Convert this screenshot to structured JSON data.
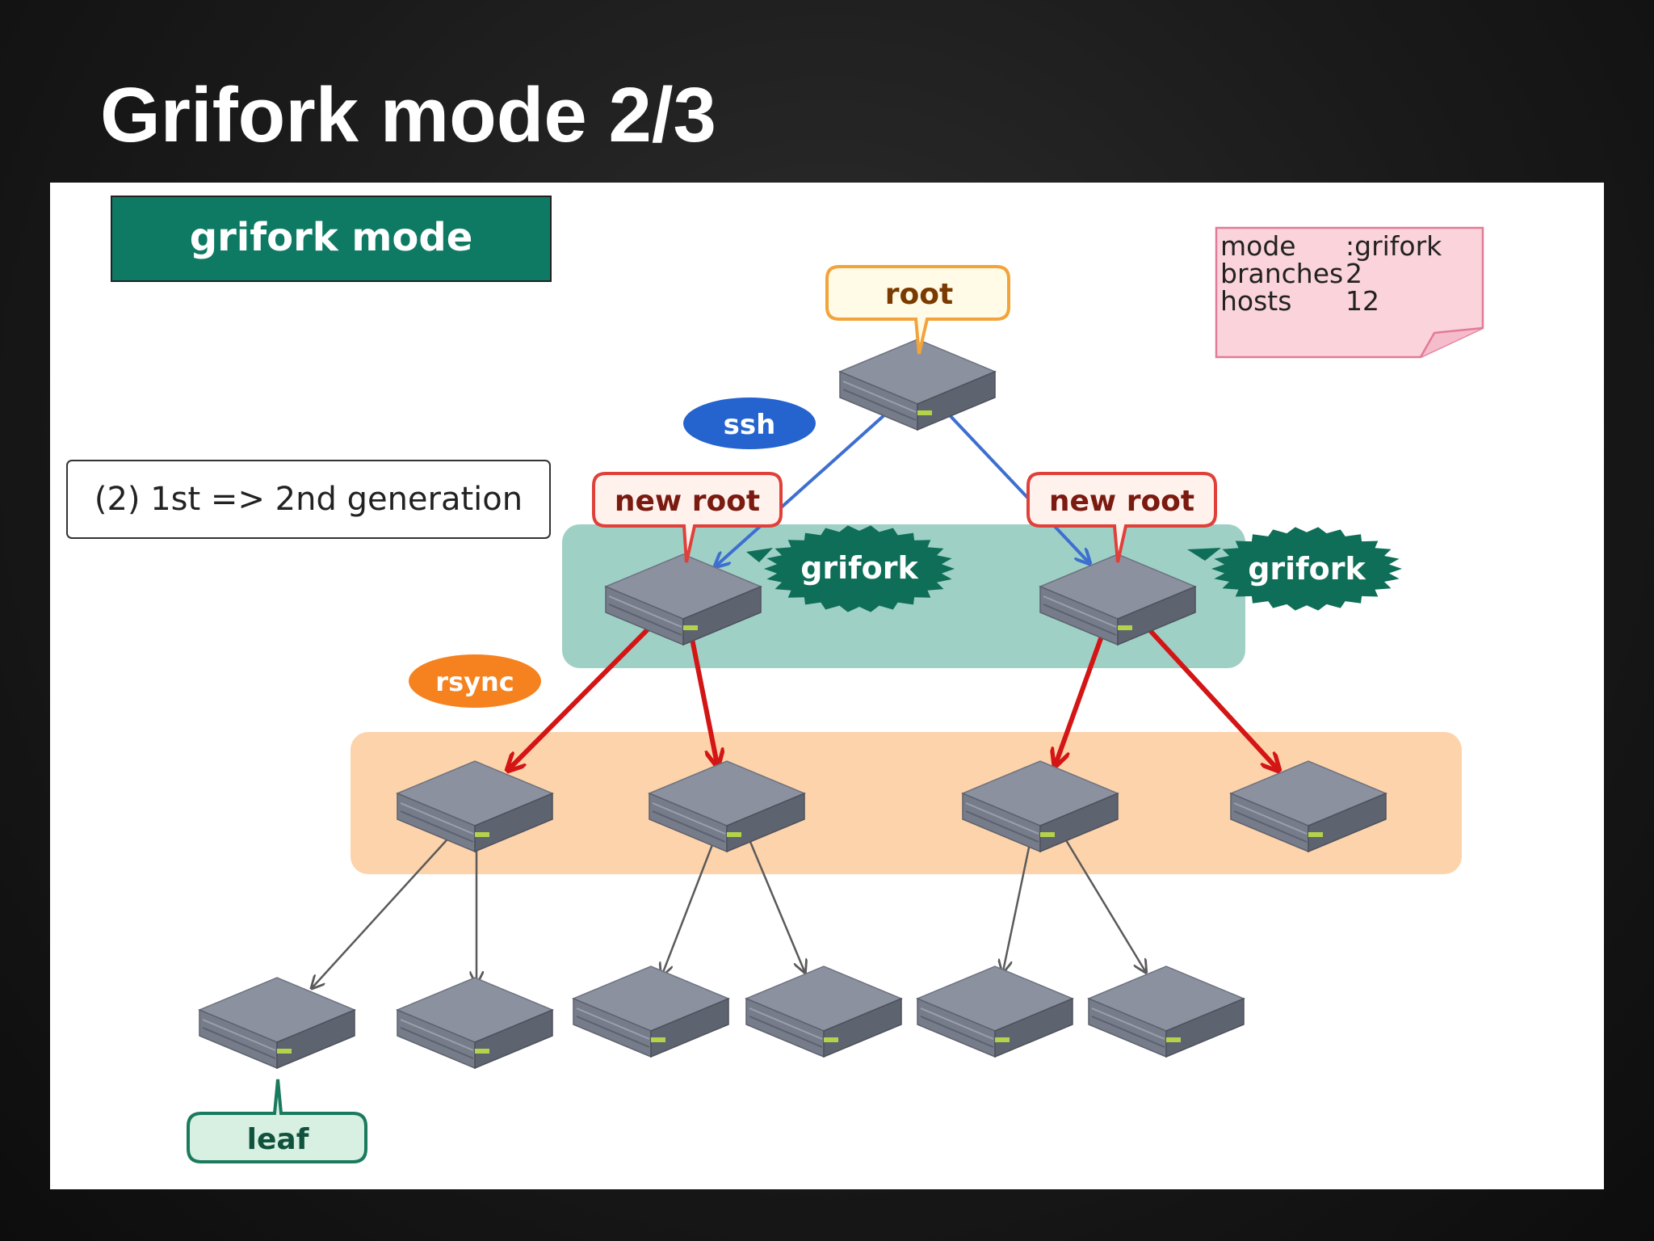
{
  "slide": {
    "title": "Grifork mode 2/3"
  },
  "diagram": {
    "mode_badge": "grifork mode",
    "step_label": "(2) 1st => 2nd generation",
    "info_note": {
      "rows": [
        {
          "key": "mode",
          "value": ":grifork"
        },
        {
          "key": "branches",
          "value": "2"
        },
        {
          "key": "hosts",
          "value": "12"
        }
      ]
    },
    "callouts": {
      "root": "root",
      "new_root_left": "new root",
      "new_root_right": "new root",
      "leaf": "leaf"
    },
    "protocol_labels": {
      "ssh": "ssh",
      "rsync": "rsync"
    },
    "bursts": {
      "left": "grifork",
      "right": "grifork"
    },
    "colors": {
      "badge_bg": "#0e7a64",
      "gen1_band": "#9fd0c6",
      "gen2_band": "#fdd3ab",
      "ssh_arrow": "#3d6fd1",
      "rsync_arrow": "#d41515",
      "leaf_arrow": "#5a5a5a",
      "root_callout": "#f2a33a",
      "new_root_callout": "#e0403a",
      "leaf_callout": "#1a7a5e",
      "note_bg": "#fbd3da",
      "note_border": "#e27a98"
    }
  }
}
